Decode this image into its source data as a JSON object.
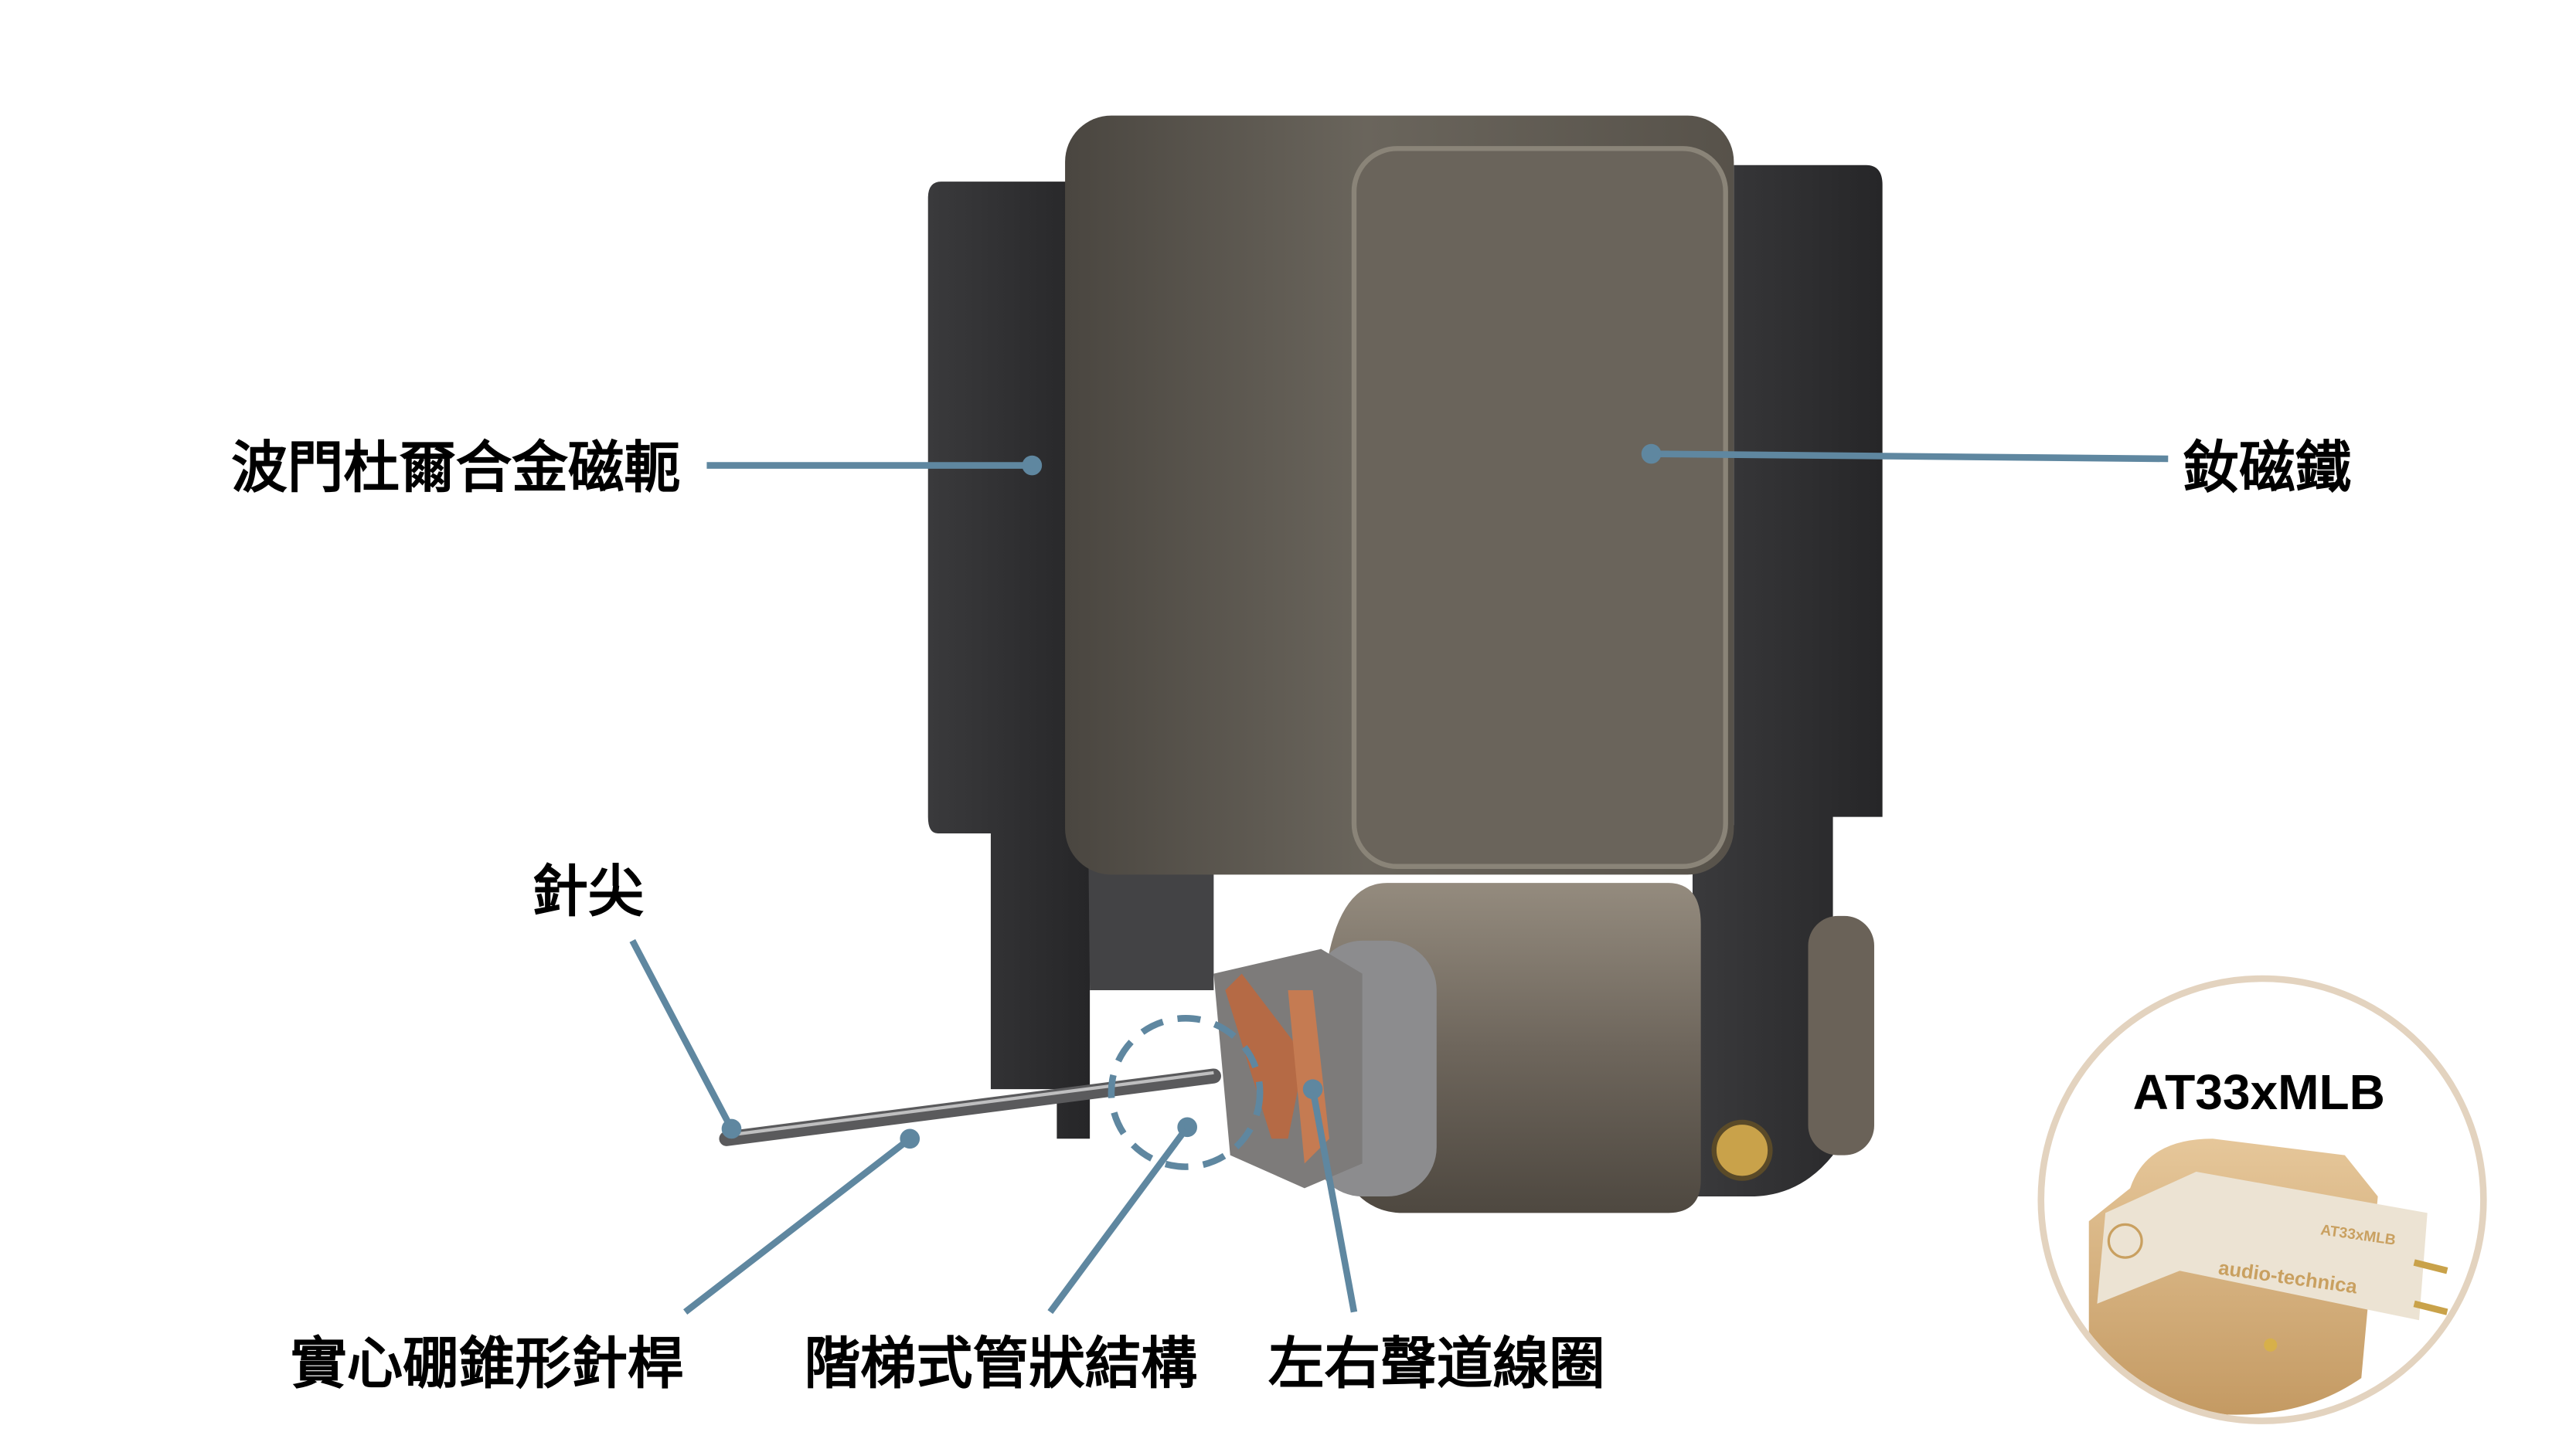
{
  "labels": {
    "yoke": "波門杜爾合金磁軛",
    "magnet": "釹磁鐵",
    "stylus_tip": "針尖",
    "cantilever": "實心硼錐形針桿",
    "stepped_pipe": "階梯式管狀結構",
    "coils": "左右聲道線圈"
  },
  "badge": {
    "model": "AT33xMLB",
    "body_model": "AT33xMLB",
    "brand": "audio-technica"
  },
  "colors": {
    "leader_line": "#5f87a0",
    "badge_ring": "#e3d3bf",
    "yoke": "#2e2e30",
    "magnet": "#5d5850"
  }
}
